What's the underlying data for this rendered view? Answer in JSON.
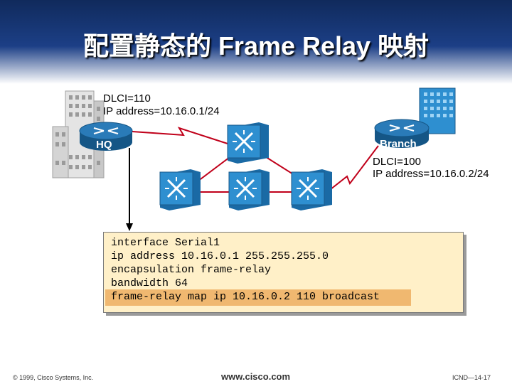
{
  "slide": {
    "title": "配置静态的 Frame Relay 映射"
  },
  "hq": {
    "name": "HQ",
    "dlci": "DLCI=110",
    "ip": "IP address=10.16.0.1/24"
  },
  "branch": {
    "name": "Branch",
    "dlci": "DLCI=100",
    "ip": "IP address=10.16.0.2/24"
  },
  "config": {
    "lines": [
      "interface Serial1",
      "ip address 10.16.0.1 255.255.255.0",
      "encapsulation frame-relay",
      "bandwidth 64",
      "frame-relay map ip 10.16.0.2 110 broadcast"
    ]
  },
  "footer": {
    "copyright": "© 1999, Cisco Systems, Inc.",
    "url": "www.cisco.com",
    "page": "ICND—14-17"
  },
  "colors": {
    "title_bg": "#1c3f86",
    "router": "#1f6fa8",
    "switch": "#2e8fd0",
    "link": "#c0001a",
    "code_bg": "#fff0c8",
    "code_highlight": "#f0b870"
  },
  "icons": [
    "building-icon",
    "router-icon",
    "frame-relay-switch-icon"
  ]
}
